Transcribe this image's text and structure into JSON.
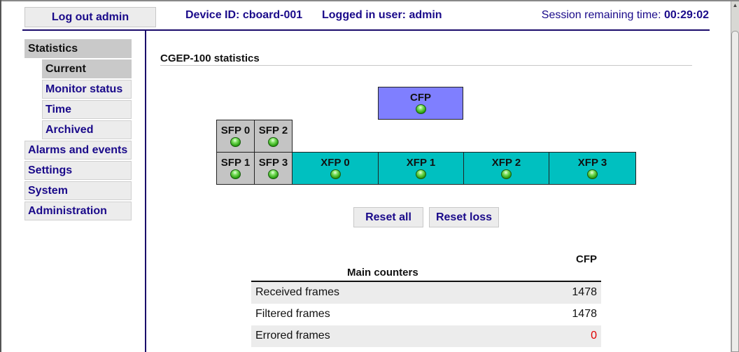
{
  "header": {
    "logout_label": "Log out admin",
    "device_id": "Device ID: cboard-001",
    "logged_user": "Logged in user: admin",
    "session_label": "Session remaining time: ",
    "session_time": "00:29:02"
  },
  "sidebar": {
    "items": [
      {
        "label": "Statistics",
        "level": 1,
        "active": true
      },
      {
        "label": "Current",
        "level": 2,
        "active": true
      },
      {
        "label": "Monitor status",
        "level": 2,
        "active": false
      },
      {
        "label": "Time",
        "level": 2,
        "active": false
      },
      {
        "label": "Archived",
        "level": 2,
        "active": false
      },
      {
        "label": "Alarms and events",
        "level": 1,
        "active": false
      },
      {
        "label": "Settings",
        "level": 1,
        "active": false
      },
      {
        "label": "System",
        "level": 1,
        "active": false
      },
      {
        "label": "Administration",
        "level": 1,
        "active": false
      }
    ]
  },
  "main": {
    "title": "CGEP-100 statistics",
    "ports": {
      "cfp": {
        "label": "CFP",
        "status": "green",
        "color": "#7f7fff"
      },
      "sfp0": {
        "label": "SFP 0",
        "status": "green",
        "color": "#c4c4c4"
      },
      "sfp2": {
        "label": "SFP 2",
        "status": "green",
        "color": "#c4c4c4"
      },
      "sfp1": {
        "label": "SFP 1",
        "status": "green",
        "color": "#c4c4c4"
      },
      "sfp3": {
        "label": "SFP 3",
        "status": "green",
        "color": "#c4c4c4"
      },
      "xfp0": {
        "label": "XFP 0",
        "status": "green",
        "color": "#00c0c0"
      },
      "xfp1": {
        "label": "XFP 1",
        "status": "green",
        "color": "#00c0c0"
      },
      "xfp2": {
        "label": "XFP 2",
        "status": "green",
        "color": "#00c0c0"
      },
      "xfp3": {
        "label": "XFP 3",
        "status": "green",
        "color": "#00c0c0"
      }
    },
    "buttons": {
      "reset_all": "Reset all",
      "reset_loss": "Reset loss"
    },
    "table": {
      "section_header": "Main counters",
      "column_header": "CFP",
      "rows": [
        {
          "label": "Received frames",
          "value": "1478"
        },
        {
          "label": "Filtered frames",
          "value": "1478"
        },
        {
          "label": "Errored frames",
          "value": "0",
          "error_color": "#e00000"
        }
      ]
    }
  }
}
